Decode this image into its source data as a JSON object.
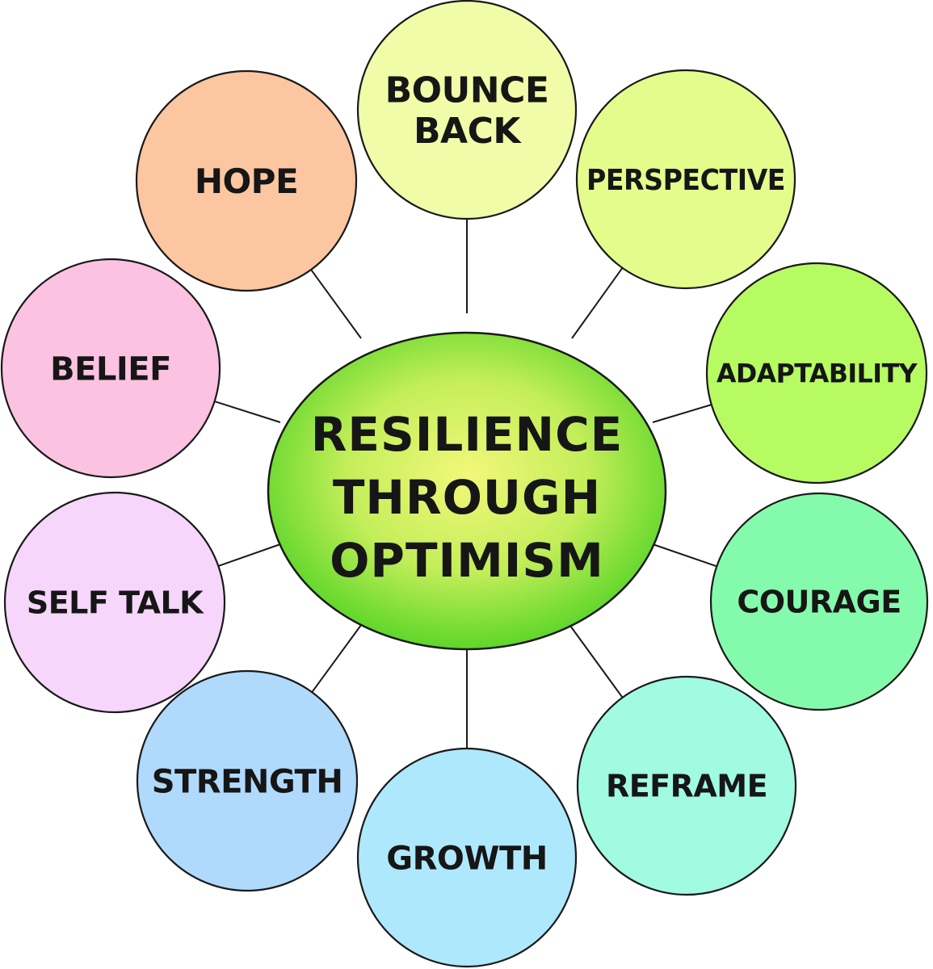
{
  "center": {
    "lines": [
      "RESILIENCE",
      "THROUGH",
      "OPTIMISM"
    ],
    "color_inner": "#f2f77a",
    "color_outer": "#5ed62a"
  },
  "nodes": [
    {
      "lines": [
        "BOUNCE",
        "BACK"
      ],
      "color": "#f0fca8"
    },
    {
      "lines": [
        "PERSPECTIVE"
      ],
      "color": "#e4fc8c"
    },
    {
      "lines": [
        "ADAPTABILITY"
      ],
      "color": "#b6fb62"
    },
    {
      "lines": [
        "COURAGE"
      ],
      "color": "#84fbac"
    },
    {
      "lines": [
        "REFRAME"
      ],
      "color": "#a0fbe0"
    },
    {
      "lines": [
        "GROWTH"
      ],
      "color": "#aee8fc"
    },
    {
      "lines": [
        "STRENGTH"
      ],
      "color": "#b0dafc"
    },
    {
      "lines": [
        "SELF TALK"
      ],
      "color": "#f6d6fa"
    },
    {
      "lines": [
        "BELIEF"
      ],
      "color": "#fcc2e2"
    },
    {
      "lines": [
        "HOPE"
      ],
      "color": "#fcc6a0"
    }
  ]
}
